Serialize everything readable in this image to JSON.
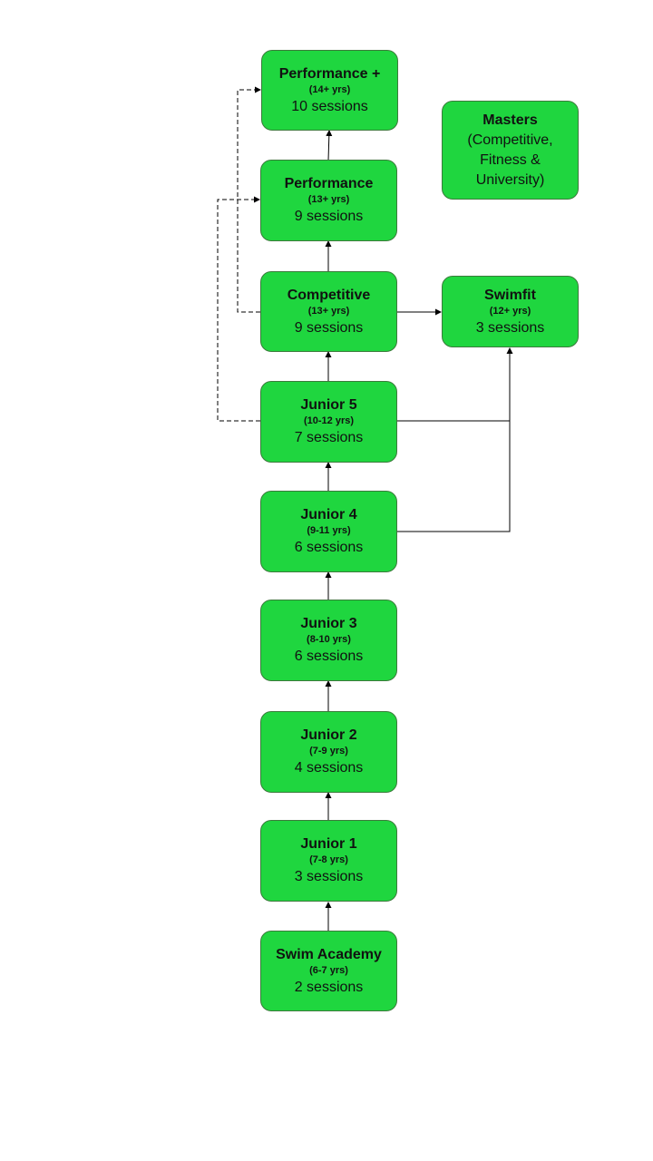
{
  "nodes": {
    "performance_plus": {
      "title": "Performance +",
      "age": "(14+ yrs)",
      "sessions": "10 sessions"
    },
    "performance": {
      "title": "Performance",
      "age": "(13+ yrs)",
      "sessions": "9 sessions"
    },
    "competitive": {
      "title": "Competitive",
      "age": "(13+ yrs)",
      "sessions": "9 sessions"
    },
    "junior5": {
      "title": "Junior 5",
      "age": "(10-12 yrs)",
      "sessions": "7 sessions"
    },
    "junior4": {
      "title": "Junior 4",
      "age": "(9-11 yrs)",
      "sessions": "6 sessions"
    },
    "junior3": {
      "title": "Junior 3",
      "age": "(8-10 yrs)",
      "sessions": "6 sessions"
    },
    "junior2": {
      "title": "Junior 2",
      "age": "(7-9 yrs)",
      "sessions": "4 sessions"
    },
    "junior1": {
      "title": "Junior 1",
      "age": "(7-8 yrs)",
      "sessions": "3 sessions"
    },
    "swim_academy": {
      "title": "Swim Academy",
      "age": "(6-7 yrs)",
      "sessions": "2 sessions"
    },
    "swimfit": {
      "title": "Swimfit",
      "age": "(12+ yrs)",
      "sessions": "3 sessions"
    },
    "masters": {
      "title": "Masters",
      "line1": "(Competitive,",
      "line2": "Fitness &",
      "line3": "University)"
    }
  },
  "colors": {
    "node_fill": "#1fd63f",
    "node_border": "#3b7a3b",
    "connector": "#000000"
  },
  "connectors": [
    {
      "from": "swim_academy",
      "to": "junior1",
      "style": "solid"
    },
    {
      "from": "junior1",
      "to": "junior2",
      "style": "solid"
    },
    {
      "from": "junior2",
      "to": "junior3",
      "style": "solid"
    },
    {
      "from": "junior3",
      "to": "junior4",
      "style": "solid"
    },
    {
      "from": "junior4",
      "to": "junior5",
      "style": "solid"
    },
    {
      "from": "junior5",
      "to": "competitive",
      "style": "solid"
    },
    {
      "from": "competitive",
      "to": "performance",
      "style": "solid"
    },
    {
      "from": "performance",
      "to": "performance_plus",
      "style": "solid"
    },
    {
      "from": "competitive",
      "to": "swimfit",
      "style": "solid"
    },
    {
      "from": "junior5",
      "to": "swimfit",
      "style": "solid"
    },
    {
      "from": "junior4",
      "to": "swimfit",
      "style": "solid"
    },
    {
      "from": "junior5",
      "to": "performance",
      "style": "dashed"
    },
    {
      "from": "competitive",
      "to": "performance_plus",
      "style": "dashed"
    }
  ]
}
